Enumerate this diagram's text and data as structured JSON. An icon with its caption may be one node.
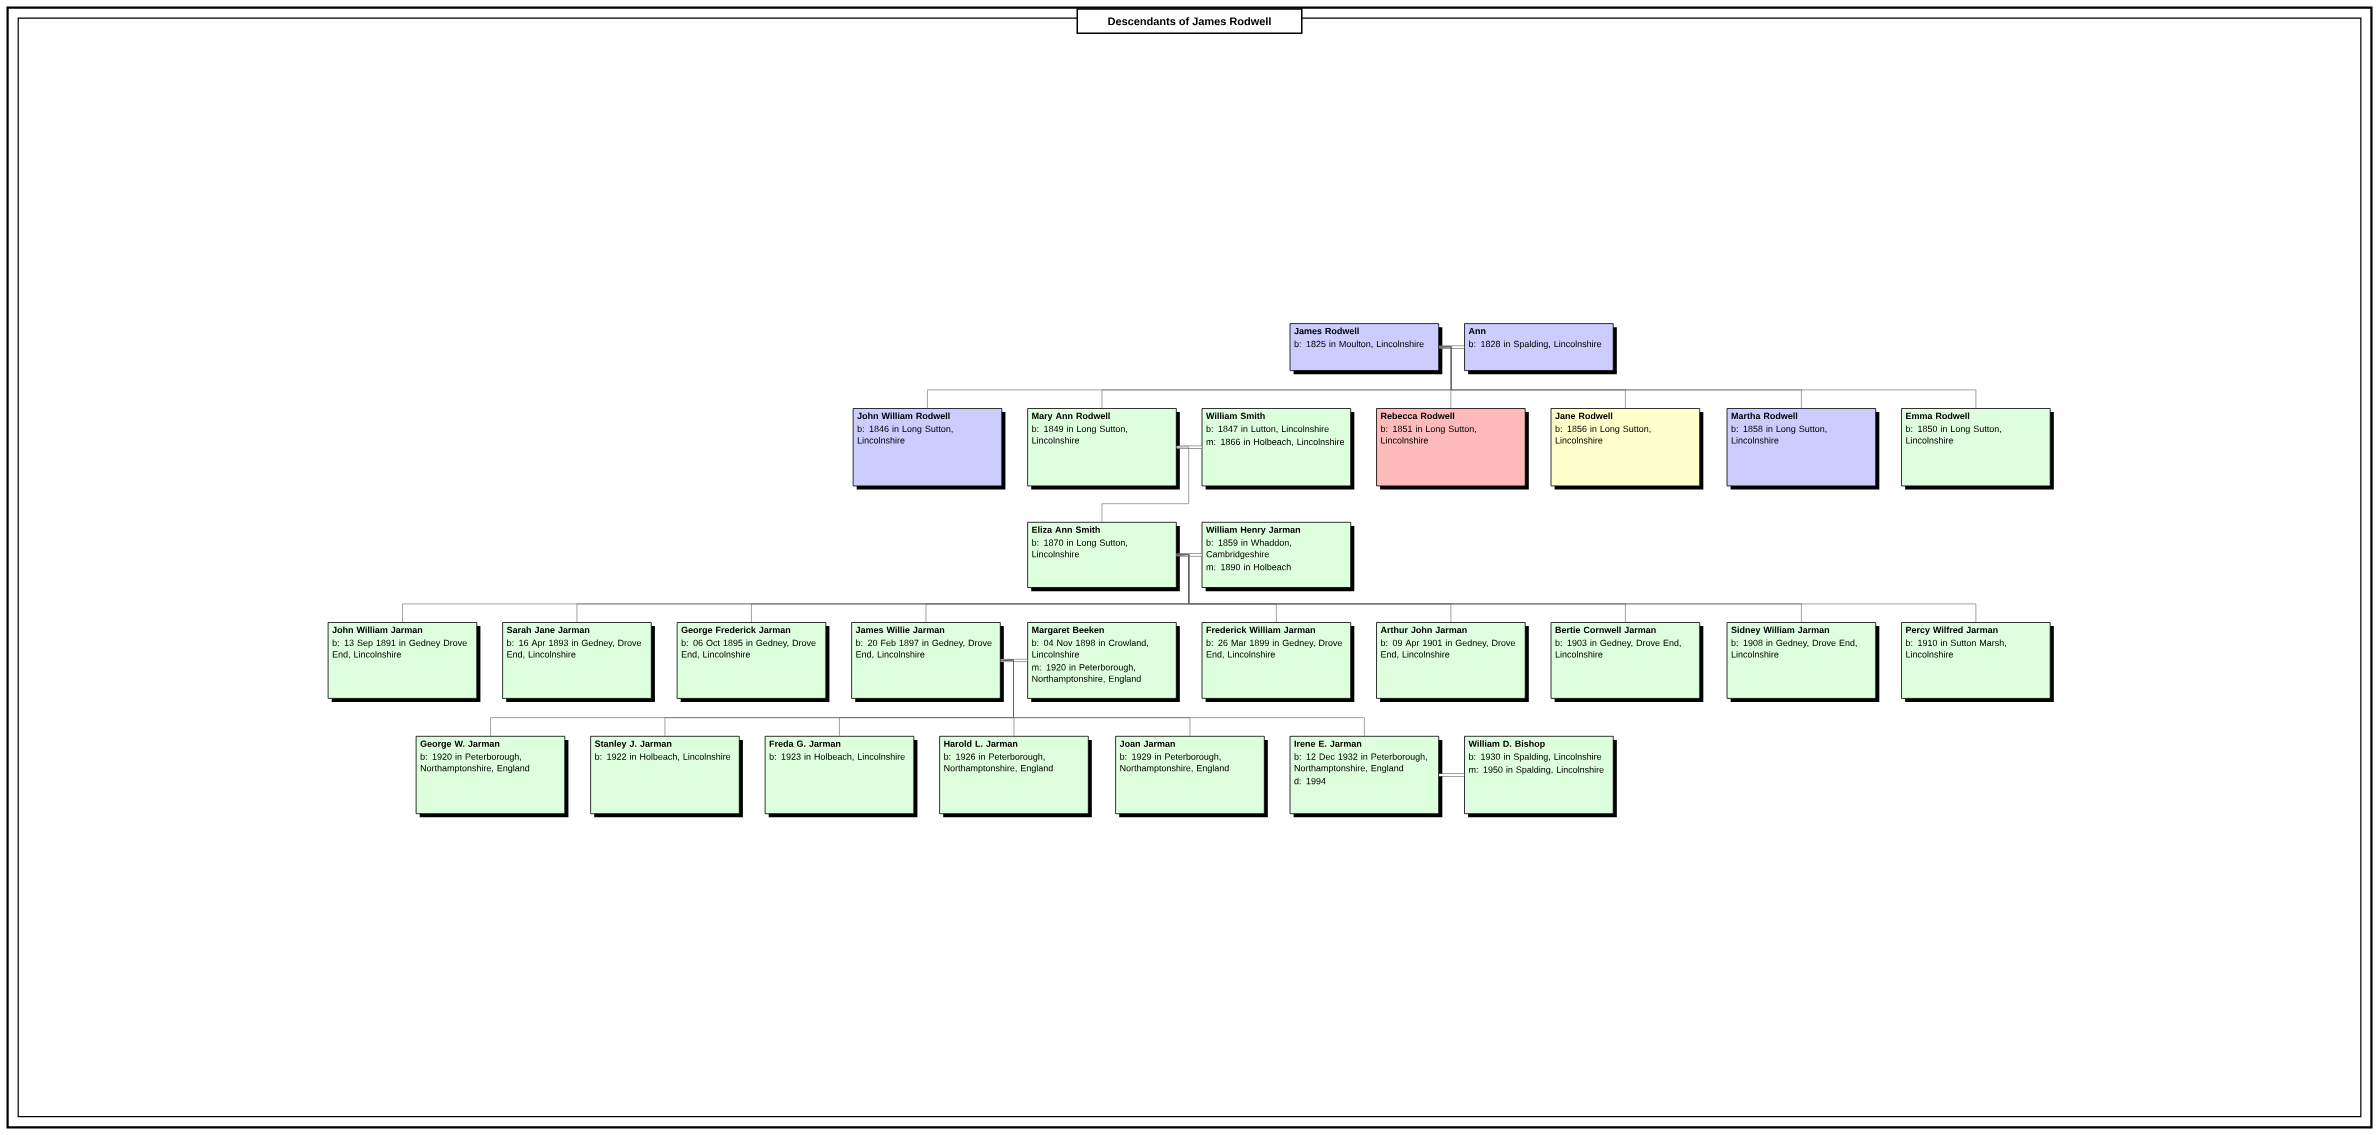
{
  "diagram": {
    "title": "Descendants of James Rodwell",
    "nodes": [
      {
        "text": [
          "James Rodwell",
          "b: 1825 in Moulton, Lincolnshire"
        ]
      },
      {
        "text": [
          "Ann",
          "b: 1828 in Spalding, Lincolnshire"
        ]
      },
      {
        "text": [
          "John William Rodwell",
          "b: 1846 in Long Sutton, Lincolnshire"
        ]
      },
      {
        "text": [
          "Mary Ann Rodwell",
          "b: 1849 in Long Sutton, Lincolnshire"
        ]
      },
      {
        "text": [
          "William Smith",
          "b: 1847 in Lutton, Lincolnshire",
          "m: 1866 in Holbeach, Lincolnshire"
        ]
      },
      {
        "text": [
          "Rebecca Rodwell",
          "b: 1851 in Long Sutton, Lincolnshire"
        ]
      },
      {
        "text": [
          "Jane Rodwell",
          "b: 1856 in Long Sutton, Lincolnshire"
        ]
      },
      {
        "text": [
          "Martha Rodwell",
          "b: 1858 in Long Sutton, Lincolnshire"
        ]
      },
      {
        "text": [
          "Emma Rodwell",
          "b: 1850 in Long Sutton, Lincolnshire"
        ]
      },
      {
        "text": [
          "Eliza Ann Smith",
          "b: 1870 in Long Sutton, Lincolnshire"
        ]
      },
      {
        "text": [
          "William Henry Jarman",
          "b: 1859 in Whaddon, Cambridgeshire",
          "m: 1890 in Holbeach"
        ]
      },
      {
        "text": [
          "John William Jarman",
          "b: 13 Sep 1891 in Gedney Drove End, Lincolnshire"
        ]
      },
      {
        "text": [
          "Sarah Jane Jarman",
          "b: 16 Apr 1893 in Gedney, Drove End, Lincolnshire"
        ]
      },
      {
        "text": [
          "George Frederick Jarman",
          "b: 06 Oct 1895 in Gedney, Drove End, Lincolnshire"
        ]
      },
      {
        "text": [
          "James Willie Jarman",
          "b: 20 Feb 1897 in Gedney, Drove End, Lincolnshire"
        ]
      },
      {
        "text": [
          "Margaret Beeken",
          "b: 04 Nov 1898 in Crowland, Lincolnshire",
          "m: 1920 in Peterborough, Northamptonshire, England"
        ]
      },
      {
        "text": [
          "Frederick William Jarman",
          "b: 26 Mar 1899 in Gedney, Drove End, Lincolnshire"
        ]
      },
      {
        "text": [
          "Arthur John Jarman",
          "b: 09 Apr 1901 in Gedney, Drove End, Lincolnshire"
        ]
      },
      {
        "text": [
          "Bertie Cornwell Jarman",
          "b: 1903 in Gedney, Drove End, Lincolnshire"
        ]
      },
      {
        "text": [
          "Sidney William Jarman",
          "b: 1908 in Gedney, Drove End, Lincolnshire"
        ]
      },
      {
        "text": [
          "Percy Wilfred Jarman",
          "b: 1910 in Sutton Marsh, Lincolnshire"
        ]
      },
      {
        "text": [
          "George W. Jarman",
          "b: 1920 in Peterborough, Northamptonshire, England"
        ]
      },
      {
        "text": [
          "Stanley J. Jarman",
          "b: 1922 in Holbeach, Lincolnshire"
        ]
      },
      {
        "text": [
          "Freda G. Jarman",
          "b: 1923 in Holbeach, Lincolnshire"
        ]
      },
      {
        "text": [
          "Harold L. Jarman",
          "b: 1926 in Peterborough, Northamptonshire, England"
        ]
      },
      {
        "text": [
          "Joan Jarman",
          "b: 1929 in Peterborough, Northamptonshire, England"
        ]
      },
      {
        "text": [
          "Irene E. Jarman",
          "b: 12 Dec 1932 in Peterborough, Northamptonshire, England",
          "d: 1994"
        ]
      },
      {
        "text": [
          "William D. Bishop",
          "b: 1930 in Spalding, Lincolnshire",
          "m: 1950 in Spalding, Lincolnshire"
        ]
      }
    ],
    "edges": [
      {
        "from": 0,
        "to": 1,
        "arrow": "none"
      },
      {
        "from": 0,
        "to": 2,
        "arrow": "none"
      },
      {
        "from": 0,
        "to": 3,
        "arrow": "none"
      },
      {
        "from": 0,
        "to": 5,
        "arrow": "none"
      },
      {
        "from": 0,
        "to": 6,
        "arrow": "none"
      },
      {
        "from": 0,
        "to": 7,
        "arrow": "none"
      },
      {
        "from": 0,
        "to": 8,
        "arrow": "none"
      },
      {
        "from": 3,
        "to": 4,
        "arrow": "none"
      },
      {
        "from": 3,
        "to": 9,
        "arrow": "none"
      },
      {
        "from": 9,
        "to": 10,
        "arrow": "none"
      },
      {
        "from": 9,
        "to": 11,
        "arrow": "none"
      },
      {
        "from": 9,
        "to": 12,
        "arrow": "none"
      },
      {
        "from": 9,
        "to": 13,
        "arrow": "none"
      },
      {
        "from": 9,
        "to": 14,
        "arrow": "none"
      },
      {
        "from": 9,
        "to": 16,
        "arrow": "none"
      },
      {
        "from": 9,
        "to": 17,
        "arrow": "none"
      },
      {
        "from": 9,
        "to": 18,
        "arrow": "none"
      },
      {
        "from": 9,
        "to": 19,
        "arrow": "none"
      },
      {
        "from": 9,
        "to": 20,
        "arrow": "none"
      },
      {
        "from": 14,
        "to": 15,
        "arrow": "none"
      },
      {
        "from": 14,
        "to": 21,
        "arrow": "none"
      },
      {
        "from": 14,
        "to": 22,
        "arrow": "none"
      },
      {
        "from": 14,
        "to": 23,
        "arrow": "none"
      },
      {
        "from": 14,
        "to": 24,
        "arrow": "none"
      },
      {
        "from": 14,
        "to": 25,
        "arrow": "none"
      },
      {
        "from": 14,
        "to": 26,
        "arrow": "none"
      },
      {
        "from": 26,
        "to": 27,
        "arrow": "none"
      }
    ]
  }
}
